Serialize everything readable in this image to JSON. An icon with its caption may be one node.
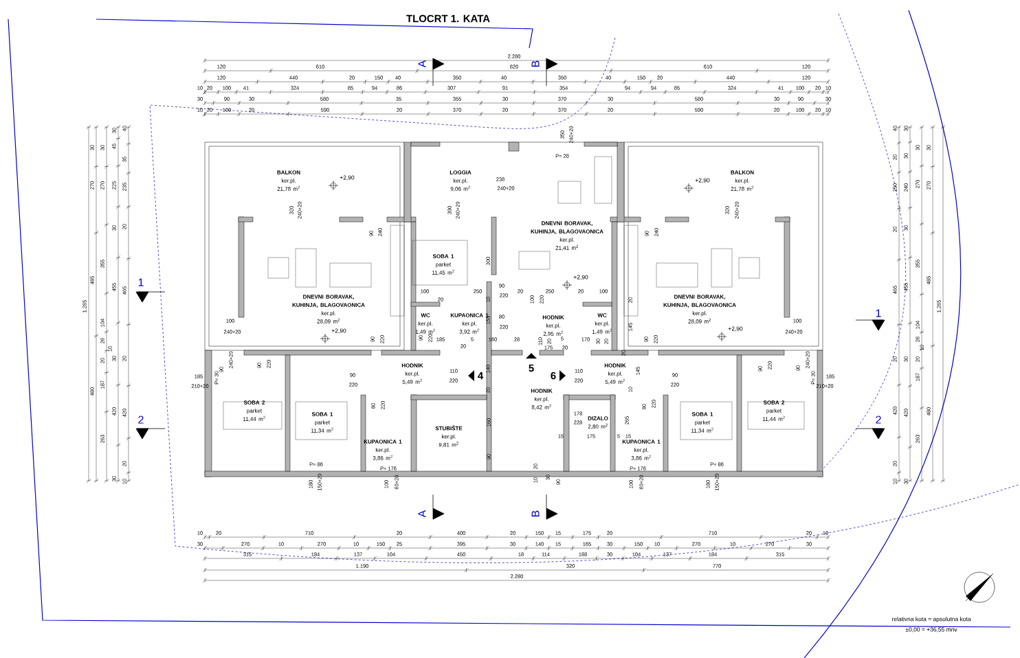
{
  "diagram": {
    "title": "TLOCRT 1. KATA",
    "nodes": [
      {
        "text": [
          "BALKON",
          "ker.pl.",
          "21,78 m$^{2}$"
        ]
      },
      {
        "text": [
          "LOGGIA",
          "ker.pl.",
          "9,06 m$^{2}$"
        ]
      },
      {
        "text": [
          "BALKON",
          "ker.pl.",
          "21,78 m$^{2}$"
        ]
      },
      {
        "text": [
          "DNEVNI BORAVAK, KUHINJA, BLAGOVAONICA",
          "ker.pl.",
          "21,41 m$^{2}$"
        ]
      },
      {
        "text": [
          "SOBA 1",
          "parket",
          "11,45 m$^{2}$"
        ]
      },
      {
        "text": [
          "DNEVNI BORAVAK, KUHINJA, BLAGOVAONICA",
          "ker.pl.",
          "28,09 m$^{2}$"
        ]
      },
      {
        "text": [
          "DNEVNI BORAVAK, KUHINJA, BLAGOVAONICA",
          "ker.pl.",
          "28,09 m$^{2}$"
        ]
      },
      {
        "text": [
          "WC",
          "ker.pl.",
          "1,49 m$^{2}$"
        ]
      },
      {
        "text": [
          "KUPAONICA 1",
          "ker.pl.",
          "3,92 m$^{2}$"
        ]
      },
      {
        "text": [
          "HODNIK",
          "ker.pl.",
          "2,95 m$^{2}$"
        ]
      },
      {
        "text": [
          "WC",
          "ker.pl.",
          "1,49 m$^{2}$"
        ]
      },
      {
        "text": [
          "HODNIK",
          "ker.pl.",
          "5,49 m$^{2}$"
        ]
      },
      {
        "text": [
          "HODNIK",
          "ker.pl.",
          "5,49 m$^{2}$"
        ]
      },
      {
        "text": [
          "HODNIK",
          "ker.pl.",
          "8,42 m$^{2}$"
        ]
      },
      {
        "text": [
          "SOBA 2",
          "parket",
          "11,44 m$^{2}$"
        ]
      },
      {
        "text": [
          "SOBA 1",
          "parket",
          "11,34 m$^{2}$"
        ]
      },
      {
        "text": [
          "DIZALO",
          "2,80 m$^{2}$"
        ]
      },
      {
        "text": [
          "STUBIŠTE",
          "ker.pl.",
          "9,81 m$^{2}$"
        ]
      },
      {
        "text": [
          "SOBA 1",
          "parket",
          "11,34 m$^{2}$"
        ]
      },
      {
        "text": [
          "SOBA 2",
          "parket",
          "11,44 m$^{2}$"
        ]
      },
      {
        "text": [
          "KUPAONICA 1",
          "ker.pl.",
          "3,86 m$^{2}$"
        ]
      },
      {
        "text": [
          "KUPAONICA 1",
          "ker.pl.",
          "3,86 m$^{2}$"
        ]
      }
    ],
    "labels": [
      "2.280",
      "120",
      "610",
      "820",
      "610",
      "120",
      "120",
      "440",
      "20",
      "150",
      "40",
      "350",
      "40",
      "350",
      "40",
      "150",
      "20",
      "440",
      "120",
      "10",
      "20",
      "100",
      "41",
      "324",
      "85",
      "94",
      "86",
      "307",
      "91",
      "354",
      "94",
      "94",
      "85",
      "324",
      "41",
      "100",
      "20",
      "10",
      "30",
      "90",
      "30",
      "580",
      "35",
      "355",
      "30",
      "370",
      "30",
      "580",
      "30",
      "90",
      "30",
      "10",
      "20",
      "100",
      "20",
      "590",
      "20",
      "370",
      "20",
      "370",
      "20",
      "590",
      "20",
      "100",
      "20",
      "10",
      "1.265",
      "30",
      "270",
      "485",
      "480",
      "30",
      "270",
      "355",
      "104",
      "26",
      "20",
      "187",
      "263",
      "30",
      "45",
      "225",
      "30",
      "455",
      "30",
      "420",
      "30",
      "40",
      "35",
      "235",
      "20",
      "465",
      "20",
      "420",
      "20",
      "10",
      "40",
      "20",
      "250",
      "20",
      "465",
      "20",
      "420",
      "20",
      "10",
      "30",
      "30",
      "240",
      "30",
      "455",
      "30",
      "420",
      "30",
      "30",
      "270",
      "355",
      "104",
      "26",
      "20",
      "187",
      "263",
      "30",
      "270",
      "485",
      "480",
      "1.265",
      "10",
      "20",
      "710",
      "20",
      "400",
      "20",
      "150",
      "15",
      "175",
      "20",
      "710",
      "20",
      "10",
      "30",
      "270",
      "10",
      "270",
      "10",
      "150",
      "25",
      "395",
      "30",
      "140",
      "15",
      "165",
      "30",
      "150",
      "10",
      "270",
      "10",
      "270",
      "30",
      "315",
      "184",
      "137",
      "104",
      "450",
      "18",
      "114",
      "188",
      "30",
      "104",
      "137",
      "184",
      "315",
      "1.190",
      "320",
      "770",
      "2.280",
      "10",
      "10",
      "A",
      "B",
      "1",
      "1",
      "2",
      "2",
      "A",
      "B",
      "4",
      "5",
      "6",
      "350",
      "240+20",
      "P= 28",
      "+2,90",
      "238",
      "+2,90",
      "240+20",
      "320",
      "240+20",
      "300",
      "240+20",
      "320",
      "240+20",
      "90",
      "240",
      "90",
      "240",
      "300",
      "+2,90",
      "100",
      "250",
      "90",
      "20",
      "250",
      "20",
      "100",
      "20",
      "220",
      "10",
      "100",
      "220",
      "20",
      "80",
      "155",
      "145",
      "100",
      "100",
      "220",
      "+2,90",
      "+2,90",
      "240+20",
      "240+20",
      "90",
      "220",
      "90",
      "220",
      "185",
      "5",
      "160",
      "28",
      "110",
      "20",
      "5",
      "170",
      "30",
      "20",
      "90",
      "220",
      "20",
      "175",
      "20",
      "20",
      "240+20",
      "90",
      "220",
      "90",
      "220",
      "240+20",
      "90",
      "90",
      "140",
      "145",
      "185",
      "P= 30",
      "90",
      "110",
      "110",
      "90",
      "P= 30",
      "185",
      "210+20",
      "220",
      "220",
      "220",
      "220",
      "210+20",
      "20",
      "10",
      "80",
      "220",
      "80",
      "220",
      "178",
      "160",
      "228",
      "265",
      "15",
      "175",
      "5",
      "15",
      "90",
      "P= 86",
      "P= 176",
      "P= 176",
      "P= 86",
      "20",
      "10",
      "30",
      "90",
      "180",
      "150+20",
      "100",
      "60+20",
      "100",
      "60+20",
      "180",
      "150+20",
      "relativna kota = apsolutna kota",
      "±0,00 = +36,55 mnv"
    ]
  }
}
